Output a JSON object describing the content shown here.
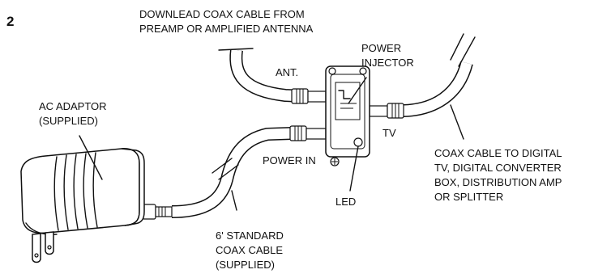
{
  "figure": {
    "step_number": "2"
  },
  "labels": {
    "downlead": [
      "DOWNLEAD COAX CABLE FROM",
      "PREAMP OR AMPLIFIED ANTENNA"
    ],
    "power_injector": [
      "POWER",
      "INJECTOR"
    ],
    "ant": "ANT.",
    "tv": "TV",
    "ac_adaptor": [
      "AC ADAPTOR",
      "(SUPPLIED)"
    ],
    "power_in": "POWER IN",
    "led": "LED",
    "coax_to_tv": [
      "COAX CABLE TO DIGITAL",
      "TV, DIGITAL CONVERTER",
      "BOX, DISTRIBUTION AMP",
      "OR SPLITTER"
    ],
    "standard_coax": [
      "6' STANDARD",
      "COAX CABLE",
      "(SUPPLIED)"
    ]
  }
}
